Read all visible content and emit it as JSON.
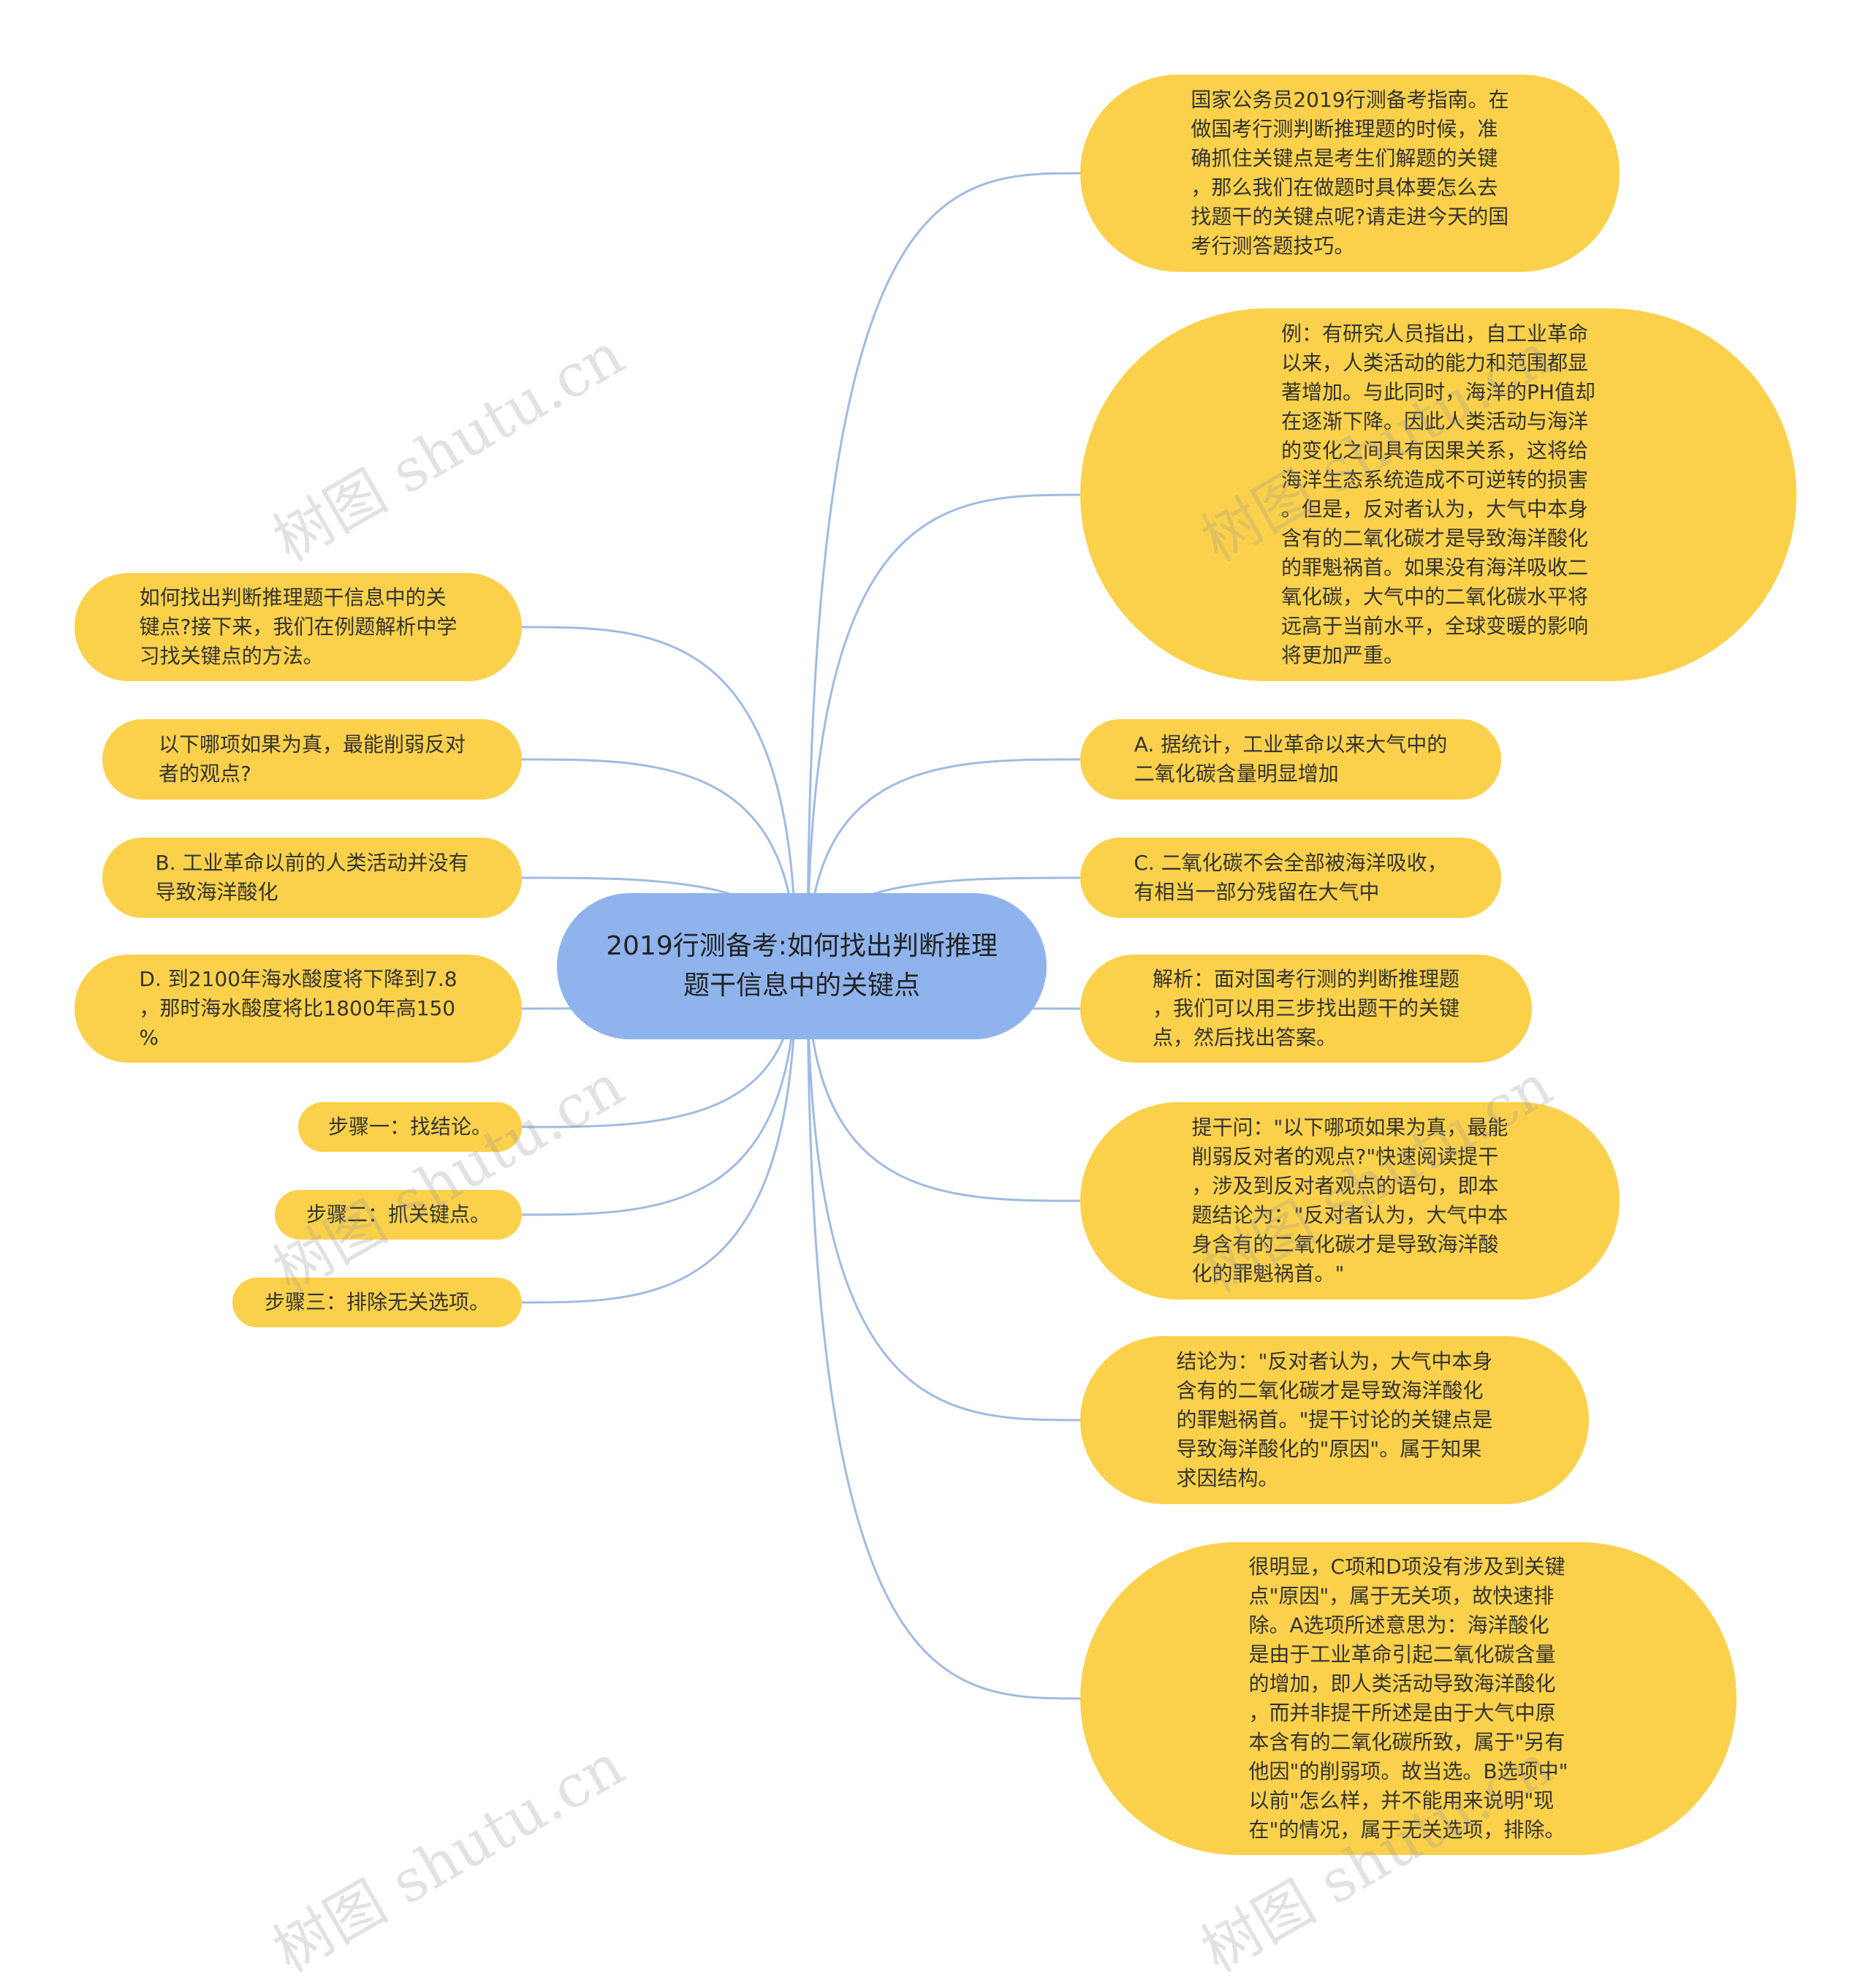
{
  "colors": {
    "node": "#fbd14b",
    "root": "#8fb3ec",
    "link": "#9fbbe3"
  },
  "watermark": "树图 shutu.cn",
  "root": {
    "text": "2019行测备考:如何找出判断推理题干信息中的关键点"
  },
  "left_nodes": [
    {
      "text": "如何找出判断推理题干信息中的关\n键点?接下来，我们在例题解析中学\n习找关键点的方法。"
    },
    {
      "text": "以下哪项如果为真，最能削弱反对\n者的观点?"
    },
    {
      "text": "B. 工业革命以前的人类活动并没有\n导致海洋酸化"
    },
    {
      "text": "D. 到2100年海水酸度将下降到7.8\n，那时海水酸度将比1800年高150\n%"
    },
    {
      "text": "步骤一：找结论。"
    },
    {
      "text": "步骤二：抓关键点。"
    },
    {
      "text": "步骤三：排除无关选项。"
    }
  ],
  "right_nodes": [
    {
      "text": "国家公务员2019行测备考指南。在\n做国考行测判断推理题的时候，准\n确抓住关键点是考生们解题的关键\n，那么我们在做题时具体要怎么去\n找题干的关键点呢?请走进今天的国\n考行测答题技巧。"
    },
    {
      "text": "例：有研究人员指出，自工业革命\n以来，人类活动的能力和范围都显\n著增加。与此同时，海洋的PH值却\n在逐渐下降。因此人类活动与海洋\n的变化之间具有因果关系，这将给\n海洋生态系统造成不可逆转的损害\n。但是，反对者认为，大气中本身\n含有的二氧化碳才是导致海洋酸化\n的罪魁祸首。如果没有海洋吸收二\n氧化碳，大气中的二氧化碳水平将\n远高于当前水平，全球变暖的影响\n将更加严重。"
    },
    {
      "text": "A. 据统计，工业革命以来大气中的\n二氧化碳含量明显增加"
    },
    {
      "text": "C. 二氧化碳不会全部被海洋吸收，\n有相当一部分残留在大气中"
    },
    {
      "text": "解析：面对国考行测的判断推理题\n，我们可以用三步找出题干的关键\n点，然后找出答案。"
    },
    {
      "text": "提干问：\"以下哪项如果为真，最能\n削弱反对者的观点?\"快速阅读提干\n，涉及到反对者观点的语句，即本\n题结论为：\"反对者认为，大气中本\n身含有的二氧化碳才是导致海洋酸\n化的罪魁祸首。\""
    },
    {
      "text": "结论为：\"反对者认为，大气中本身\n含有的二氧化碳才是导致海洋酸化\n的罪魁祸首。\"提干讨论的关键点是\n导致海洋酸化的\"原因\"。属于知果\n求因结构。"
    },
    {
      "text": "很明显，C项和D项没有涉及到关键\n点\"原因\"，属于无关项，故快速排\n除。A选项所述意思为：海洋酸化\n是由于工业革命引起二氧化碳含量\n的增加，即人类活动导致海洋酸化\n，而并非提干所述是由于大气中原\n本含有的二氧化碳所致，属于\"另有\n他因\"的削弱项。故当选。B选项中\"\n以前\"怎么样，并不能用来说明\"现\n在\"的情况，属于无关选项，排除。"
    }
  ]
}
